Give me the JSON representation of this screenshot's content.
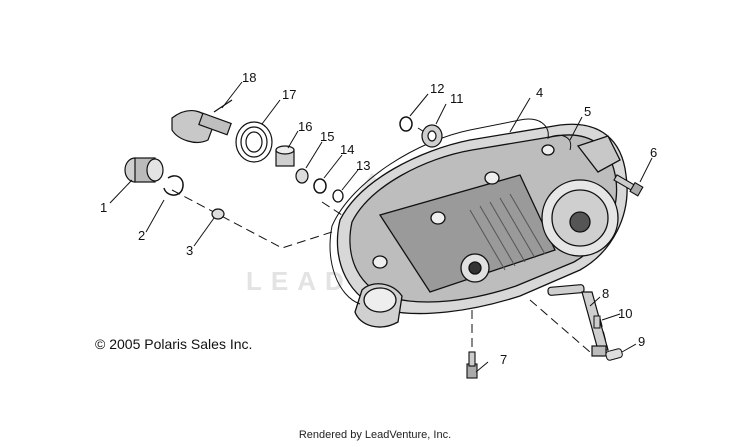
{
  "watermark": "LEADVENTURE",
  "copyright": "© 2005 Polaris Sales Inc.",
  "footer": "Rendered by LeadVenture, Inc.",
  "callouts": [
    "1",
    "2",
    "3",
    "4",
    "5",
    "6",
    "7",
    "8",
    "9",
    "10",
    "11",
    "12",
    "13",
    "14",
    "15",
    "16",
    "17",
    "18"
  ],
  "colors": {
    "line": "#111111",
    "shade": "#9a9a9a",
    "light": "#d6d6d6",
    "watermark": "#e3e3e3"
  }
}
